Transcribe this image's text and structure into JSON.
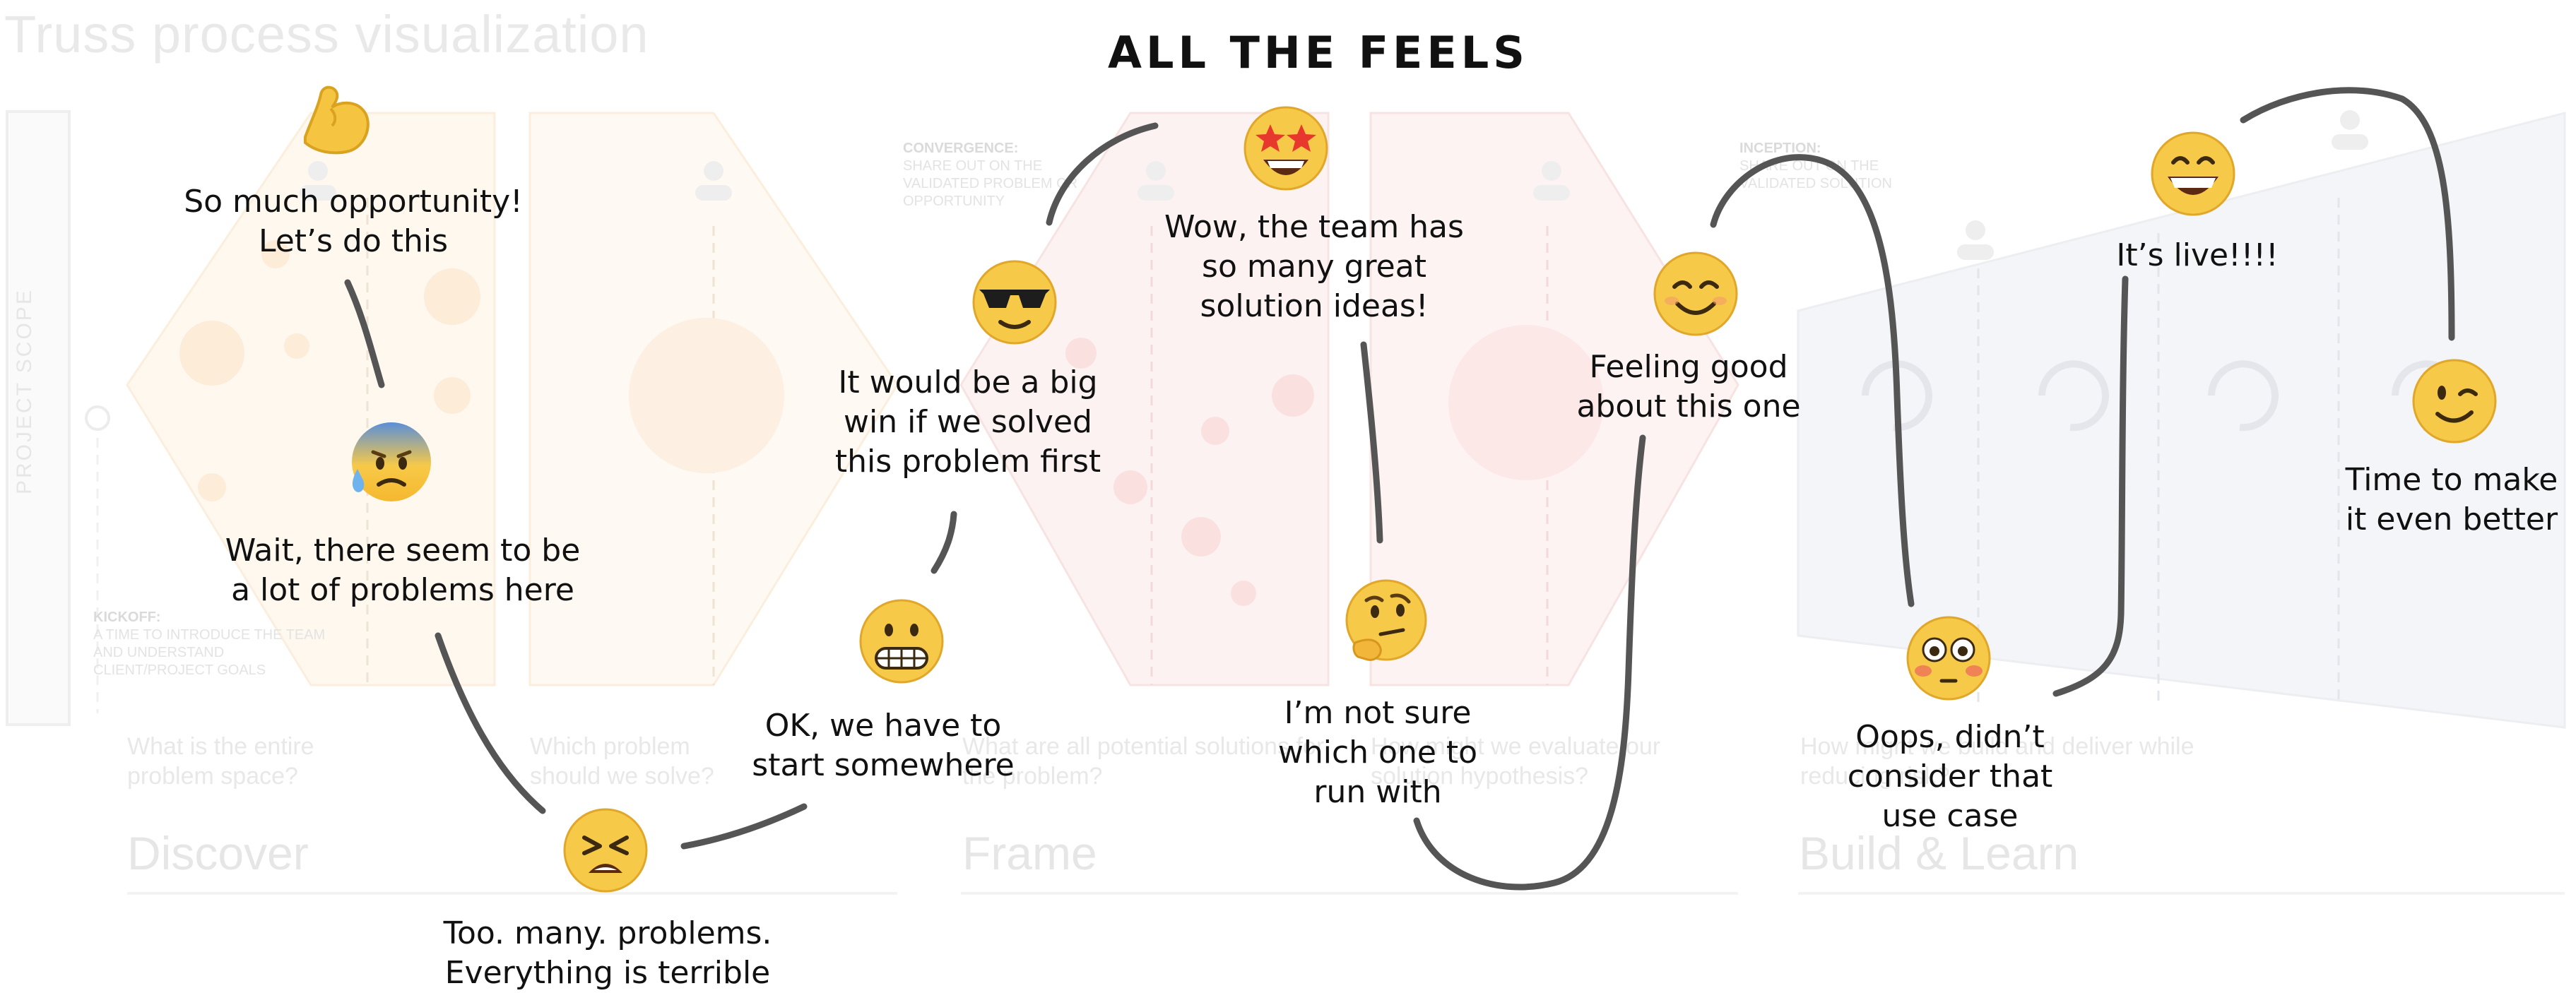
{
  "header": {
    "faded_title": "Truss process visualization",
    "title": "ALL THE FEELS"
  },
  "background": {
    "scope_label": "PROJECT SCOPE",
    "phases": [
      "Discover",
      "Frame",
      "Build & Learn"
    ],
    "questions": [
      "What is the entire problem space?",
      "Which problem should we solve?",
      "What are all potential solutions for the problem?",
      "How might we evaluate our solution hypothesis?",
      "How might we build and deliver while reducing risk?"
    ],
    "notes": {
      "kickoff_title": "KICKOFF:",
      "kickoff_body": "A TIME TO INTRODUCE THE TEAM AND UNDERSTAND CLIENT/PROJECT GOALS",
      "convergence_title": "CONVERGENCE:",
      "convergence_body": "SHARE OUT ON THE VALIDATED PROBLEM OR OPPORTUNITY",
      "inception_title": "INCEPTION:",
      "inception_body": "SHARE OUT ON THE VALIDATED SOLUTION"
    }
  },
  "colors": {
    "line": "#555555",
    "discover_hex": "#fdf3e7",
    "frame_hex": "#fdeeee",
    "build_band": "#eef0f4"
  },
  "feelings": [
    {
      "icon": "flexed-biceps-icon",
      "line1": "So much opportunity!",
      "line2": "Let’s do this",
      "line3": ""
    },
    {
      "icon": "anxious-sweat-face-icon",
      "line1": "Wait, there seem to be",
      "line2": "a lot of problems here",
      "line3": ""
    },
    {
      "icon": "tired-face-icon",
      "line1": "Too. many. problems.",
      "line2": "Everything is terrible",
      "line3": ""
    },
    {
      "icon": "grimacing-face-icon",
      "line1": "OK, we have to",
      "line2": "start somewhere",
      "line3": ""
    },
    {
      "icon": "sunglasses-face-icon",
      "line1": "It would be a big",
      "line2": "win if we solved",
      "line3": "this problem first"
    },
    {
      "icon": "star-struck-face-icon",
      "line1": "Wow, the team has",
      "line2": "so many great",
      "line3": "solution ideas!"
    },
    {
      "icon": "thinking-face-icon",
      "line1": "I’m not sure",
      "line2": "which one to",
      "line3": "run with"
    },
    {
      "icon": "smiling-face-icon",
      "line1": "Feeling good",
      "line2": "about this one",
      "line3": ""
    },
    {
      "icon": "flushed-face-icon",
      "line1": "Oops, didn’t",
      "line2": "consider that",
      "line3": "use case"
    },
    {
      "icon": "grinning-face-icon",
      "line1": "It’s live!!!!",
      "line2": "",
      "line3": ""
    },
    {
      "icon": "winking-face-icon",
      "line1": "Time to make",
      "line2": "it even better",
      "line3": ""
    }
  ]
}
